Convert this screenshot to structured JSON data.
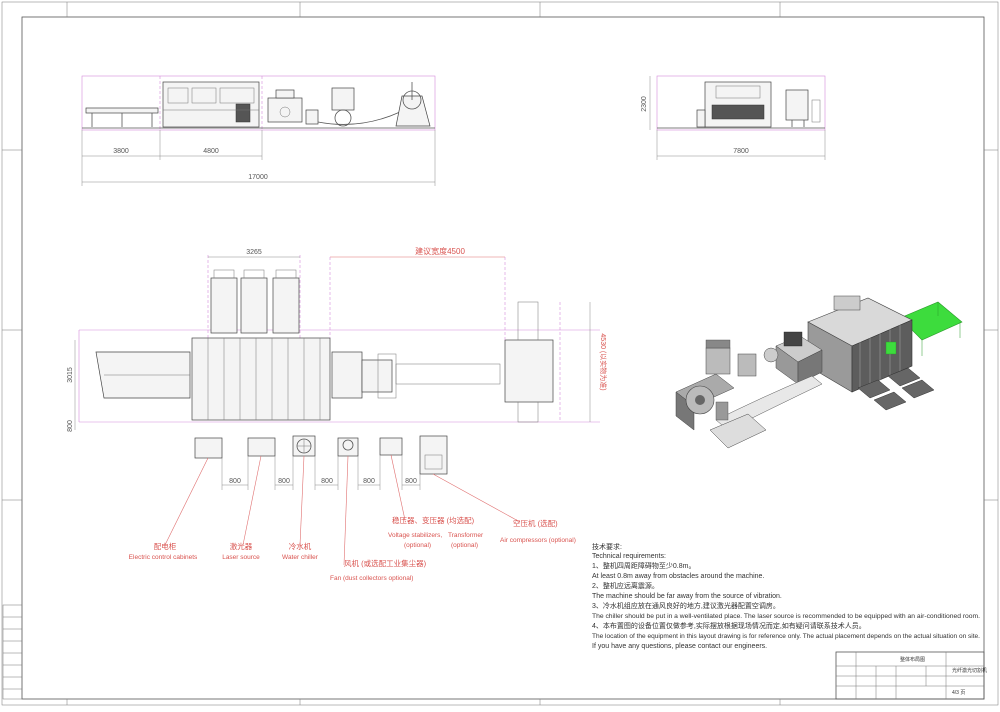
{
  "dimensions": {
    "side_view": [
      "3800",
      "4800",
      "17000"
    ],
    "end_view": [
      "2300",
      "7800"
    ],
    "plan_width": "3265",
    "plan_height": "3015",
    "plan_gap": "800",
    "recommended_width": "建议宽度4500",
    "right_height": "4530 (以实物为准)",
    "spacing": [
      "800",
      "800",
      "800",
      "800",
      "800"
    ]
  },
  "labels": {
    "cabinet_cn": "配电柜",
    "cabinet_en": "Electric control cabinets",
    "laser_cn": "激光器",
    "laser_en": "Laser source",
    "chiller_cn": "冷水机",
    "chiller_en": "Water chiller",
    "fan_cn": "风机 (或选配工业集尘器)",
    "fan_en": "Fan (dust collectors optional)",
    "stabilizer_cn": "稳压器、变压器 (均选配)",
    "stabilizer_en1": "Voltage stabilizers,",
    "stabilizer_en2": "(optional)",
    "transformer_en1": "Transformer",
    "transformer_en2": "(optional)",
    "compressor_cn": "空压机 (选配)",
    "compressor_en": "Air compressors (optional)"
  },
  "notes": {
    "title_cn": "技术要求:",
    "title_en": "Technical requirements:",
    "n1_cn": "1、整机四周距障碍物至少0.8m。",
    "n1_en": "At least 0.8m away from obstacles around the machine.",
    "n2_cn": "2、整机应远离震源。",
    "n2_en": "The machine should be far away from the source of vibration.",
    "n3_cn": "3、冷水机组应放在通风良好的地方,建议激光器配置空调房。",
    "n3_en": "The chiller should be put in a well-ventilated place. The laser source is recommended to be equipped with an air-conditioned room.",
    "n4_cn": "4、本布置图的设备位置仅做参考,实际摆放根据现场情况而定,如有疑问请联系技术人员。",
    "n4_en": "The location of the equipment in this layout drawing is for reference only. The actual placement depends on the actual situation on site.",
    "n5_en": "If you have any questions, please contact our engineers."
  },
  "title_block": {
    "drawing_name": "光纤激光切割机",
    "project": "整体布局图",
    "page_label": "4/3 页"
  }
}
